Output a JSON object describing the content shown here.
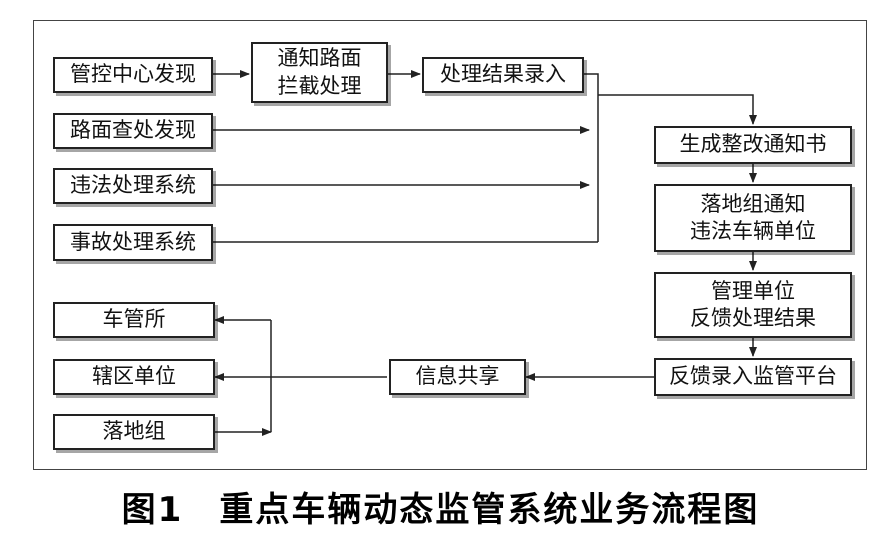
{
  "nodes": {
    "control_center": "管控中心发现",
    "notify_intercept": "通知路面\n拦截处理",
    "result_entry": "处理结果录入",
    "road_inspection": "路面查处发现",
    "violation_system": "违法处理系统",
    "accident_system": "事故处理系统",
    "rectification_notice": "生成整改通知书",
    "notify_owner": "落地组通知\n违法车辆单位",
    "management_feedback": "管理单位\n反馈处理结果",
    "feedback_platform": "反馈录入监管平台",
    "info_sharing": "信息共享",
    "vehicle_office": "车管所",
    "district_unit": "辖区单位",
    "local_group": "落地组"
  },
  "caption": "图1　重点车辆动态监管系统业务流程图"
}
